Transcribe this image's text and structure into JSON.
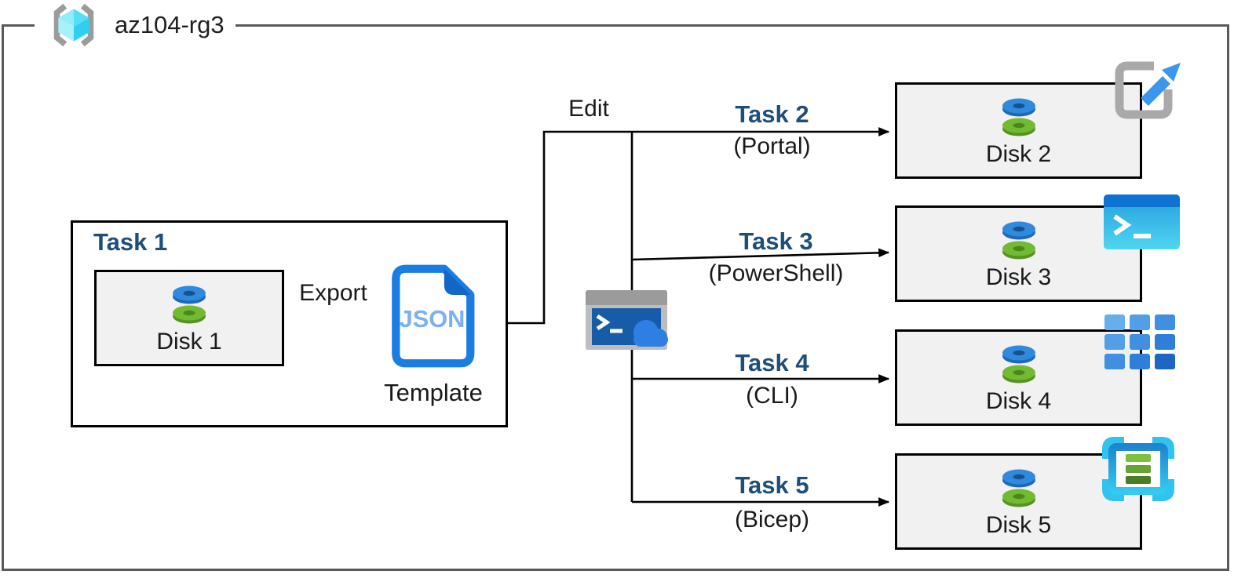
{
  "resource_group": {
    "name": "az104-rg3",
    "icon": "resource-group-icon"
  },
  "task1": {
    "title": "Task 1",
    "disk_label": "Disk 1",
    "export_label": "Export",
    "json_badge": "JSON",
    "template_label": "Template"
  },
  "edit_label": "Edit",
  "cloud_shell": {
    "icon": "cloud-shell-icon"
  },
  "branches": [
    {
      "task": "Task 2",
      "method": "(Portal)",
      "disk": "Disk 2",
      "corner_icon": "open-in-portal-icon"
    },
    {
      "task": "Task 3",
      "method": "(PowerShell)",
      "disk": "Disk 3",
      "corner_icon": "powershell-icon"
    },
    {
      "task": "Task 4",
      "method": "(CLI)",
      "disk": "Disk 4",
      "corner_icon": "cli-icon"
    },
    {
      "task": "Task 5",
      "method": "(Bicep)",
      "disk": "Disk 5",
      "corner_icon": "bicep-icon"
    }
  ],
  "colors": {
    "task_heading": "#1F4E79",
    "frame_border": "#595959",
    "box_border": "#000000",
    "disk_box_fill": "#F1F1F1",
    "connector": "#000000",
    "disk_blue": "#2F8ADE",
    "disk_green": "#6FB92E",
    "json_doc_blue": "#1B7CE2",
    "azure_arrow_blue": "#3C96EC",
    "bicep_cyan": "#2FC3EE"
  }
}
